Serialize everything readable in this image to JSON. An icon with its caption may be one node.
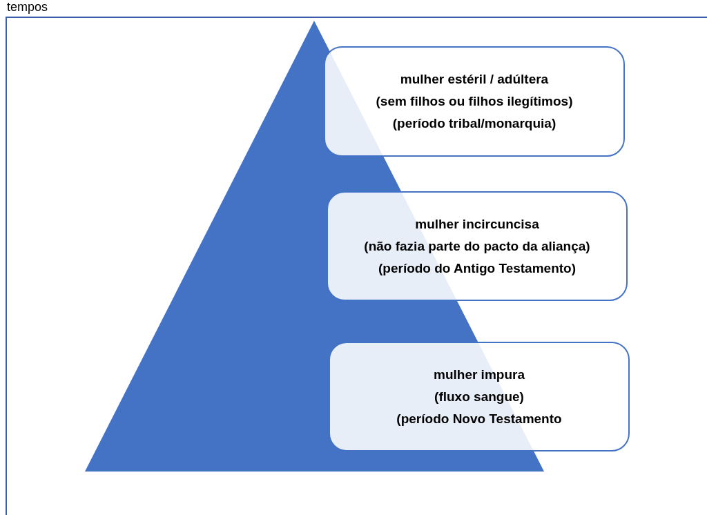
{
  "diagram": {
    "nodes": [
      {
        "text": [
          "mulher estéril / adúltera",
          "(sem filhos ou filhos ilegítimos)",
          "(período tribal/monarquia)"
        ]
      },
      {
        "text": [
          "mulher incircuncisa",
          "(não fazia parte do pacto da aliança)",
          "(período do Antigo Testamento)"
        ]
      },
      {
        "text": [
          "mulher impura",
          "(fluxo sangue)",
          "(período Novo Testamento"
        ]
      }
    ],
    "edges": [],
    "labels": [
      "tempos"
    ]
  }
}
